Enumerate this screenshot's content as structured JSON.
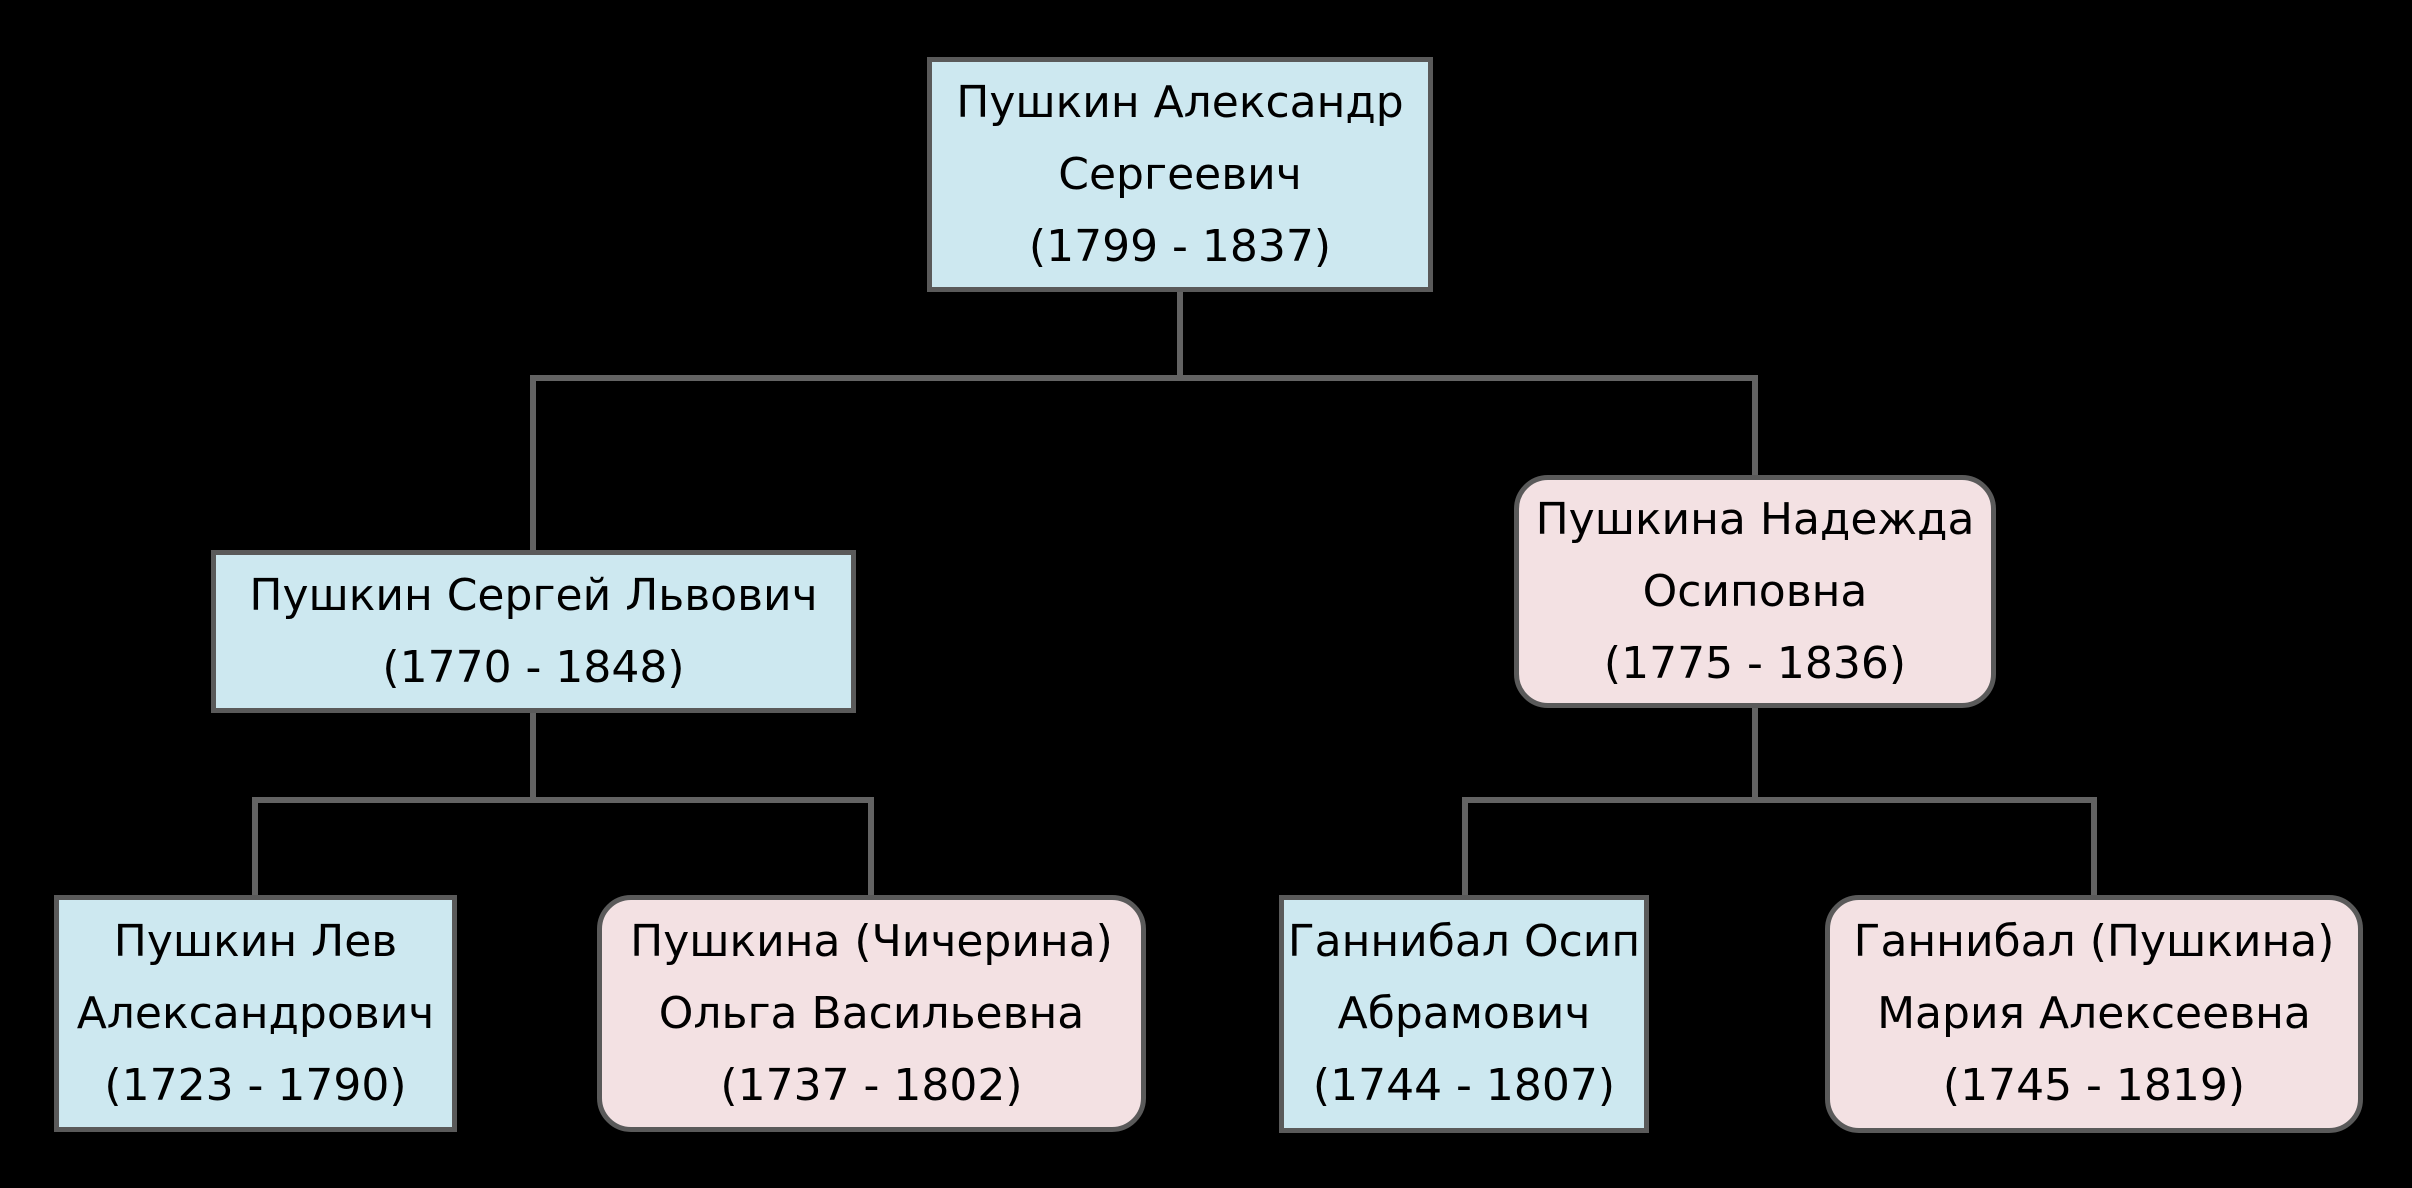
{
  "diagram": {
    "type": "family-tree",
    "background": "#000000",
    "colors": {
      "male_fill": "#cde8f0",
      "female_fill": "#f3e1e3",
      "node_border": "#5a5a5a",
      "connector": "#636363",
      "text": "#000000"
    },
    "nodes": [
      {
        "id": "alexander",
        "name": "Пушкин Александр Сергеевич",
        "years": "1799 - 1837",
        "shape": "rectangle",
        "fill": "male_fill",
        "text": "Пушкин Александр\nСергеевич\n(1799 - 1837)"
      },
      {
        "id": "sergey",
        "name": "Пушкин Сергей Львович",
        "years": "1770 - 1848",
        "shape": "rectangle",
        "fill": "male_fill",
        "text": "Пушкин Сергей Львович\n(1770 - 1848)"
      },
      {
        "id": "nadezhda",
        "name": "Пушкина Надежда Осиповна",
        "years": "1775 - 1836",
        "shape": "rounded",
        "fill": "female_fill",
        "text": "Пушкина Надежда\nОсиповна\n(1775 - 1836)"
      },
      {
        "id": "lev",
        "name": "Пушкин Лев Александрович",
        "years": "1723 - 1790",
        "shape": "rectangle",
        "fill": "male_fill",
        "text": "Пушкин Лев\nАлександрович\n(1723 - 1790)"
      },
      {
        "id": "olga",
        "name": "Пушкина (Чичерина) Ольга Васильевна",
        "years": "1737 - 1802",
        "shape": "rounded",
        "fill": "female_fill",
        "text": "Пушкина (Чичерина)\nОльга Васильевна\n(1737 - 1802)"
      },
      {
        "id": "osip",
        "name": "Ганнибал Осип Абрамович",
        "years": "1744 - 1807",
        "shape": "rectangle",
        "fill": "male_fill",
        "text": "Ганнибал Осип\nАбрамович\n(1744 - 1807)"
      },
      {
        "id": "maria",
        "name": "Ганнибал (Пушкина) Мария Алексеевна",
        "years": "1745 - 1819",
        "shape": "rounded",
        "fill": "female_fill",
        "text": "Ганнибал (Пушкина)\nМария Алексеевна\n(1745 - 1819)"
      }
    ]
  }
}
